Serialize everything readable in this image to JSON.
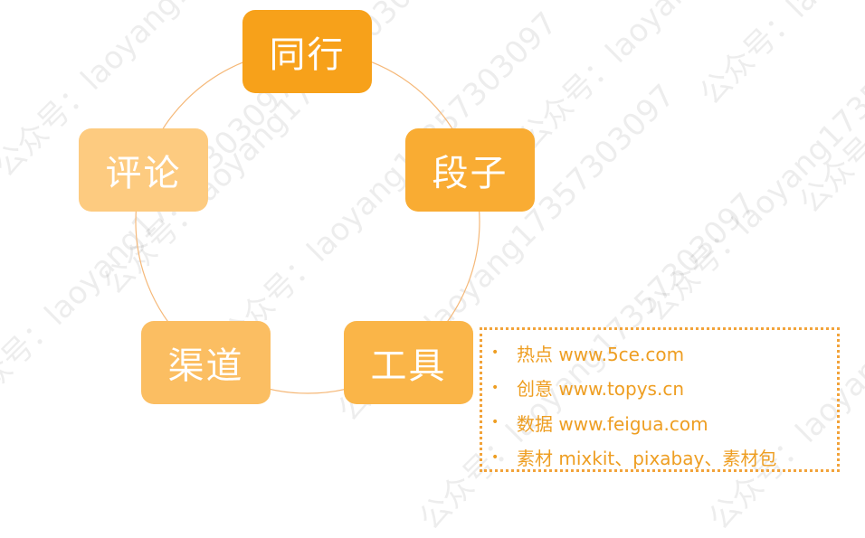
{
  "watermark": "公众号：laoyang17357303097",
  "colors": {
    "n1": "#F7A11A",
    "n2": "#F9AC33",
    "n3": "#FAB548",
    "n4": "#FBBE62",
    "n5": "#FDCB80",
    "ring": "#F2A33A",
    "text": "#EE9E22"
  },
  "nodes": [
    "同行",
    "段子",
    "工具",
    "渠道",
    "评论"
  ],
  "resources": [
    {
      "bullet": "•",
      "text": "热点 www.5ce.com"
    },
    {
      "bullet": "•",
      "text": "创意 www.topys.cn"
    },
    {
      "bullet": "•",
      "text": "数据 www.feigua.com"
    },
    {
      "bullet": "•",
      "text": "素材 mixkit、pixabay、素材包"
    }
  ]
}
